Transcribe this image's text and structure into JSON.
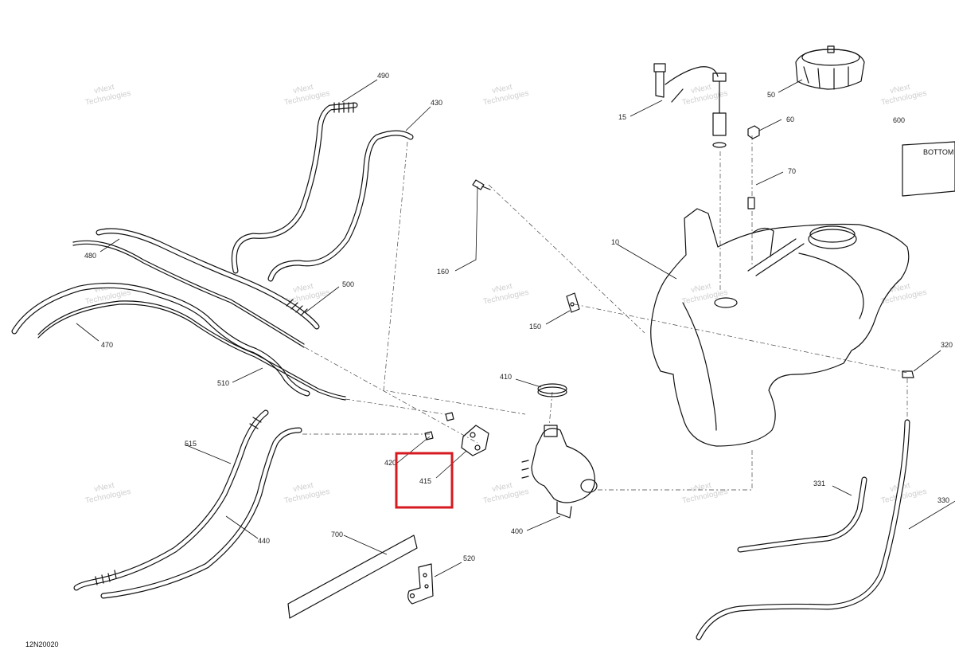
{
  "diagram": {
    "code": "12N20020",
    "watermark": [
      "vNext",
      "Technologies"
    ],
    "callouts": {
      "p490": "490",
      "p430": "430",
      "p15": "15",
      "p50": "50",
      "p60": "60",
      "p600": "600",
      "p70": "70",
      "p10": "10",
      "p160": "160",
      "p480": "480",
      "p500": "500",
      "p150": "150",
      "p470": "470",
      "p320": "320",
      "p410": "410",
      "p510": "510",
      "p515": "515",
      "p420": "420",
      "p415": "415",
      "p331": "331",
      "p330": "330",
      "p400": "400",
      "p440": "440",
      "p700": "700",
      "p520": "520"
    },
    "label_600_text": "BOTTOM",
    "highlight_color": "#d71920"
  }
}
